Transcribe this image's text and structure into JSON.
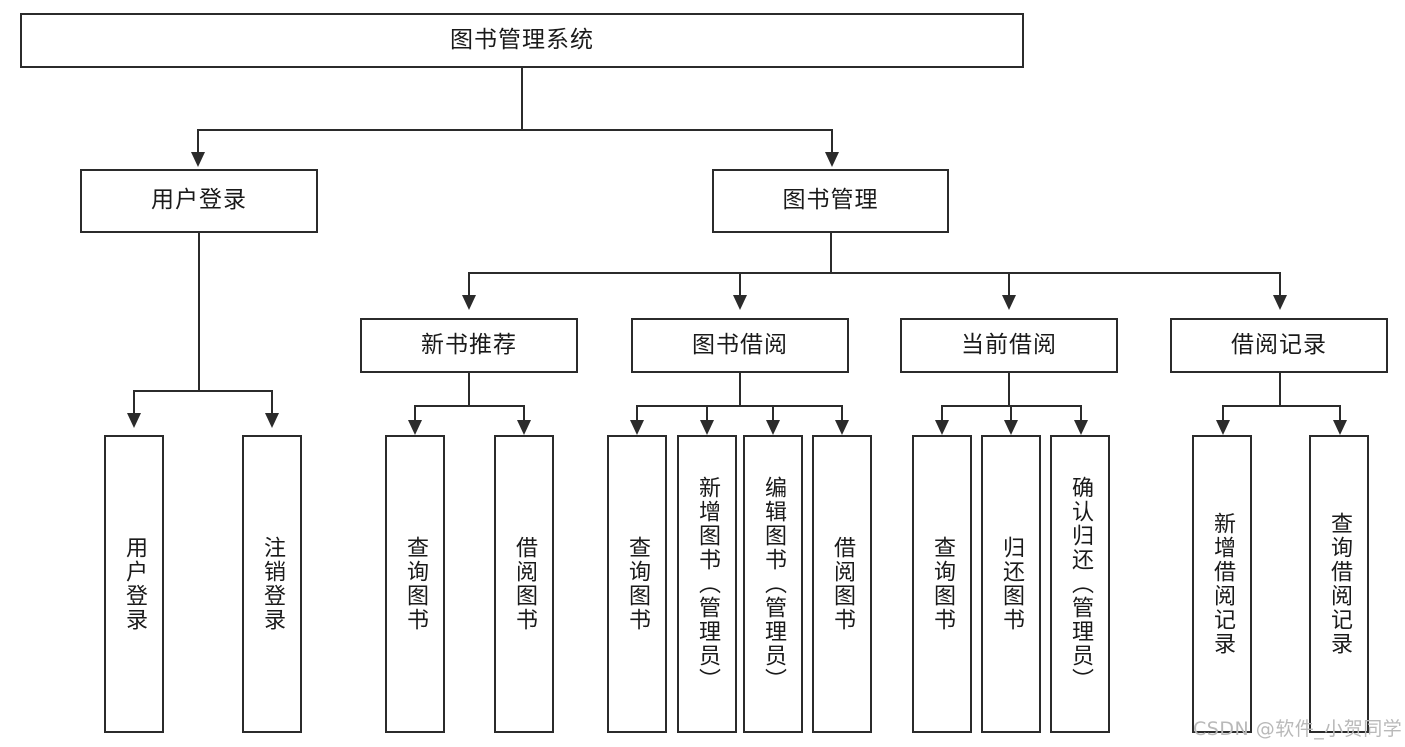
{
  "diagram": {
    "type": "tree-hierarchy",
    "title": "图书管理系统",
    "root": {
      "label": "图书管理系统"
    },
    "level2": [
      {
        "id": "user-login",
        "label": "用户登录"
      },
      {
        "id": "book-management",
        "label": "图书管理"
      }
    ],
    "level3": [
      {
        "id": "new-book-recommend",
        "label": "新书推荐",
        "parent": "book-management"
      },
      {
        "id": "book-borrow",
        "label": "图书借阅",
        "parent": "book-management"
      },
      {
        "id": "current-borrow",
        "label": "当前借阅",
        "parent": "book-management"
      },
      {
        "id": "borrow-record",
        "label": "借阅记录",
        "parent": "book-management"
      }
    ],
    "leaves": {
      "user-login": [
        {
          "id": "leaf-user-login",
          "label": "用户登录"
        },
        {
          "id": "leaf-logout-login",
          "label": "注销登录"
        }
      ],
      "new-book-recommend": [
        {
          "id": "leaf-query-book-1",
          "label": "查询图书"
        },
        {
          "id": "leaf-borrow-book-1",
          "label": "借阅图书"
        }
      ],
      "book-borrow": [
        {
          "id": "leaf-query-book-2",
          "label": "查询图书"
        },
        {
          "id": "leaf-add-book",
          "label": "新增图书（管理员）"
        },
        {
          "id": "leaf-edit-book",
          "label": "编辑图书（管理员）"
        },
        {
          "id": "leaf-borrow-book-2",
          "label": "借阅图书"
        }
      ],
      "current-borrow": [
        {
          "id": "leaf-query-book-3",
          "label": "查询图书"
        },
        {
          "id": "leaf-return-book",
          "label": "归还图书"
        },
        {
          "id": "leaf-confirm-return",
          "label": "确认归还（管理员）"
        }
      ],
      "borrow-record": [
        {
          "id": "leaf-add-record",
          "label": "新增借阅记录"
        },
        {
          "id": "leaf-query-record",
          "label": "查询借阅记录"
        }
      ]
    }
  },
  "watermark": {
    "text": "CSDN @软件_小贺同学"
  },
  "colors": {
    "stroke": "#2b2b2b",
    "background": "#ffffff",
    "text": "#1a1a1a",
    "watermark": "#b9b9b9"
  }
}
